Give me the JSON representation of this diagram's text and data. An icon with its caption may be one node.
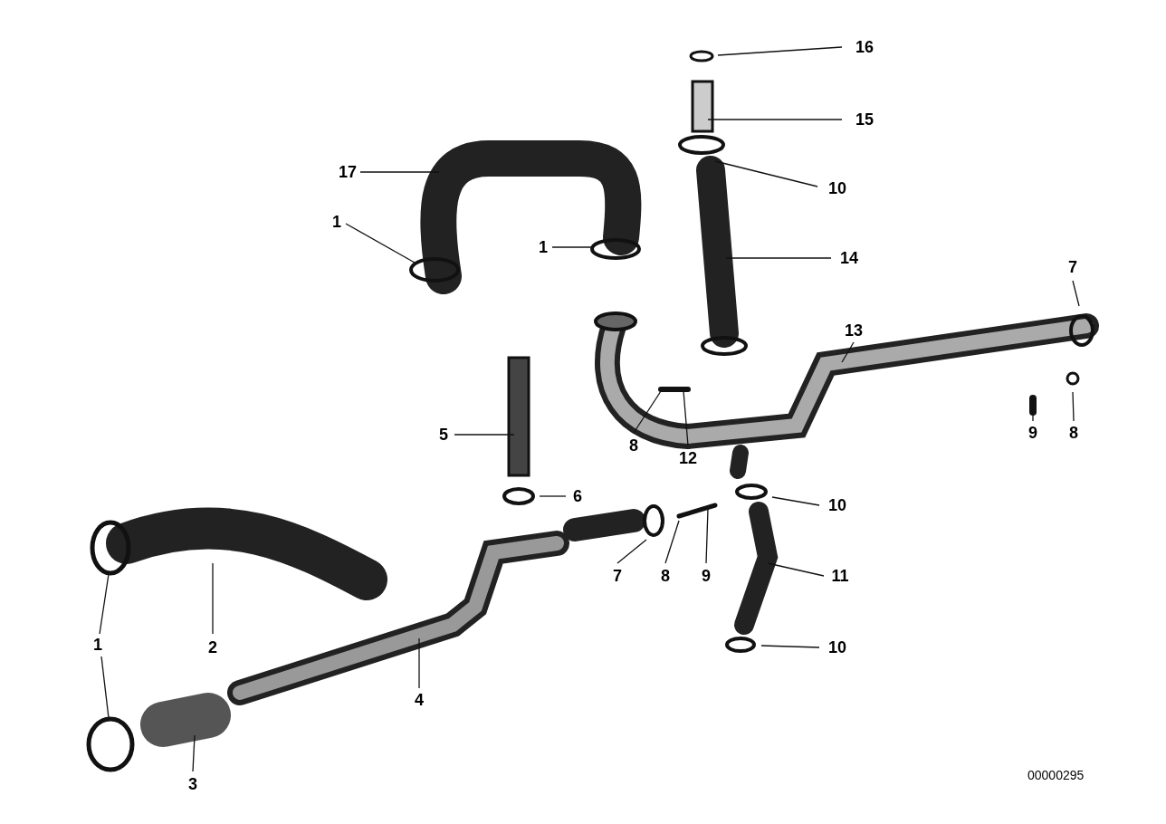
{
  "diagram": {
    "nodes": [
      {
        "text": [
          "16"
        ]
      },
      {
        "text": [
          "15"
        ]
      },
      {
        "text": [
          "17"
        ]
      },
      {
        "text": [
          "10"
        ]
      },
      {
        "text": [
          "1"
        ]
      },
      {
        "text": [
          "1"
        ]
      },
      {
        "text": [
          "14"
        ]
      },
      {
        "text": [
          "7"
        ]
      },
      {
        "text": [
          "13"
        ]
      },
      {
        "text": [
          "5"
        ]
      },
      {
        "text": [
          "9"
        ]
      },
      {
        "text": [
          "8"
        ]
      },
      {
        "text": [
          "8"
        ]
      },
      {
        "text": [
          "12"
        ]
      },
      {
        "text": [
          "6"
        ]
      },
      {
        "text": [
          "10"
        ]
      },
      {
        "text": [
          "7"
        ]
      },
      {
        "text": [
          "8"
        ]
      },
      {
        "text": [
          "9"
        ]
      },
      {
        "text": [
          "11"
        ]
      },
      {
        "text": [
          "1"
        ]
      },
      {
        "text": [
          "2"
        ]
      },
      {
        "text": [
          "10"
        ]
      },
      {
        "text": [
          "4"
        ]
      },
      {
        "text": [
          "3"
        ]
      }
    ],
    "edges": [
      {
        "from": 0,
        "to": null,
        "arrow": "none"
      },
      {
        "from": 1,
        "to": null,
        "arrow": "none"
      },
      {
        "from": 2,
        "to": null,
        "arrow": "none"
      },
      {
        "from": 3,
        "to": null,
        "arrow": "none"
      },
      {
        "from": 4,
        "to": null,
        "arrow": "none"
      },
      {
        "from": 5,
        "to": null,
        "arrow": "none"
      },
      {
        "from": 6,
        "to": null,
        "arrow": "none"
      },
      {
        "from": 7,
        "to": null,
        "arrow": "none"
      },
      {
        "from": 8,
        "to": null,
        "arrow": "none"
      },
      {
        "from": 9,
        "to": null,
        "arrow": "none"
      },
      {
        "from": 10,
        "to": null,
        "arrow": "none"
      },
      {
        "from": 11,
        "to": null,
        "arrow": "none"
      },
      {
        "from": 12,
        "to": null,
        "arrow": "none"
      },
      {
        "from": 13,
        "to": null,
        "arrow": "none"
      },
      {
        "from": 14,
        "to": null,
        "arrow": "none"
      },
      {
        "from": 15,
        "to": null,
        "arrow": "none"
      },
      {
        "from": 16,
        "to": null,
        "arrow": "none"
      },
      {
        "from": 17,
        "to": null,
        "arrow": "none"
      },
      {
        "from": 18,
        "to": null,
        "arrow": "none"
      },
      {
        "from": 19,
        "to": null,
        "arrow": "none"
      },
      {
        "from": 20,
        "to": null,
        "arrow": "none"
      },
      {
        "from": 20,
        "to": null,
        "arrow": "none"
      },
      {
        "from": 21,
        "to": null,
        "arrow": "none"
      },
      {
        "from": 22,
        "to": null,
        "arrow": "none"
      },
      {
        "from": 23,
        "to": null,
        "arrow": "none"
      },
      {
        "from": 24,
        "to": null,
        "arrow": "none"
      }
    ],
    "labels": [
      "00000295"
    ]
  }
}
